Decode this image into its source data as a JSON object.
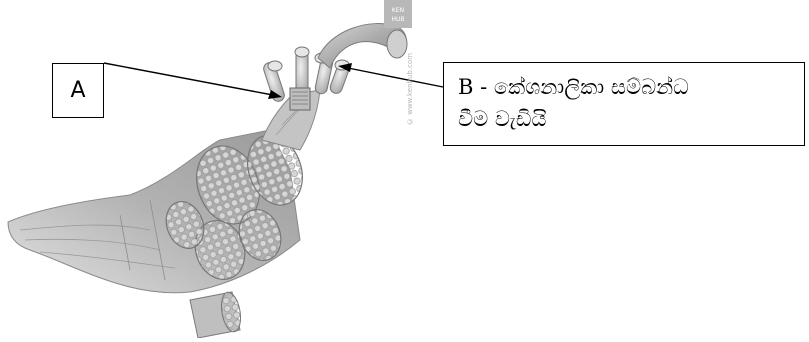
{
  "label_a": {
    "text": "A"
  },
  "label_b": {
    "line1": "B - කේශනාලිකා සම්බන්ධ",
    "line2": "වීම   වැඩියි"
  },
  "watermark": {
    "brand_top": "KEN",
    "brand_bottom": "HUB",
    "credit": "© www.kenhub.com"
  }
}
